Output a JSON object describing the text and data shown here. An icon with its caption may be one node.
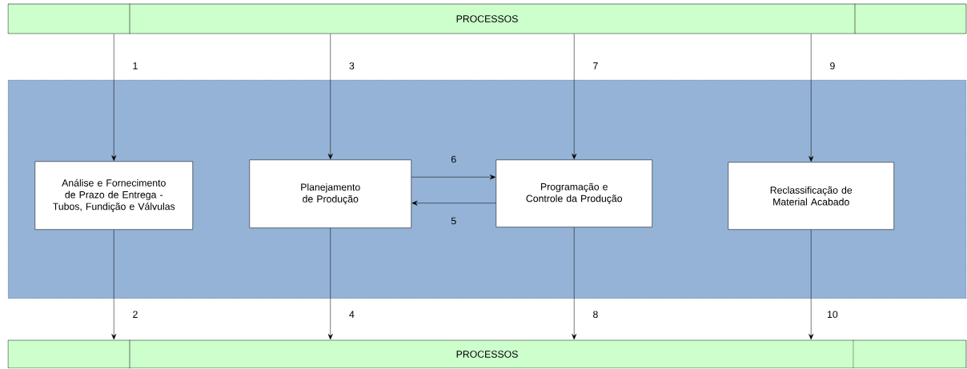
{
  "diagram": {
    "nodes": [
      {
        "text": [
          "PROCESSOS"
        ]
      },
      {
        "text": [],
        "shape": "box"
      },
      {
        "text": [
          "Análise e Fornecimento de Prazo de Entrega - Tubos, Fundição e Válvulas"
        ],
        "in": 1
      },
      {
        "text": [
          "Planejamento de Produção"
        ],
        "in": 1
      },
      {
        "text": [
          "Programação e Controle da Produção"
        ],
        "in": 1
      },
      {
        "text": [
          "Reclassificação de Material Acabado"
        ],
        "in": 1
      },
      {
        "text": [
          "PROCESSOS"
        ]
      }
    ],
    "edges": [
      {
        "from": 0,
        "to": 2,
        "arrow": "to",
        "label": "1"
      },
      {
        "from": 2,
        "to": 6,
        "arrow": "to",
        "label": "2"
      },
      {
        "from": 0,
        "to": 3,
        "arrow": "to",
        "label": "3"
      },
      {
        "from": 3,
        "to": 6,
        "arrow": "to",
        "label": "4"
      },
      {
        "from": 4,
        "to": 3,
        "arrow": "to",
        "label": "5"
      },
      {
        "from": 3,
        "to": 4,
        "arrow": "to",
        "label": "6"
      },
      {
        "from": 0,
        "to": 4,
        "arrow": "to",
        "label": "7"
      },
      {
        "from": 4,
        "to": 6,
        "arrow": "to",
        "label": "8"
      },
      {
        "from": 0,
        "to": 5,
        "arrow": "to",
        "label": "9"
      },
      {
        "from": 5,
        "to": 6,
        "arrow": "to",
        "label": "10"
      }
    ]
  }
}
